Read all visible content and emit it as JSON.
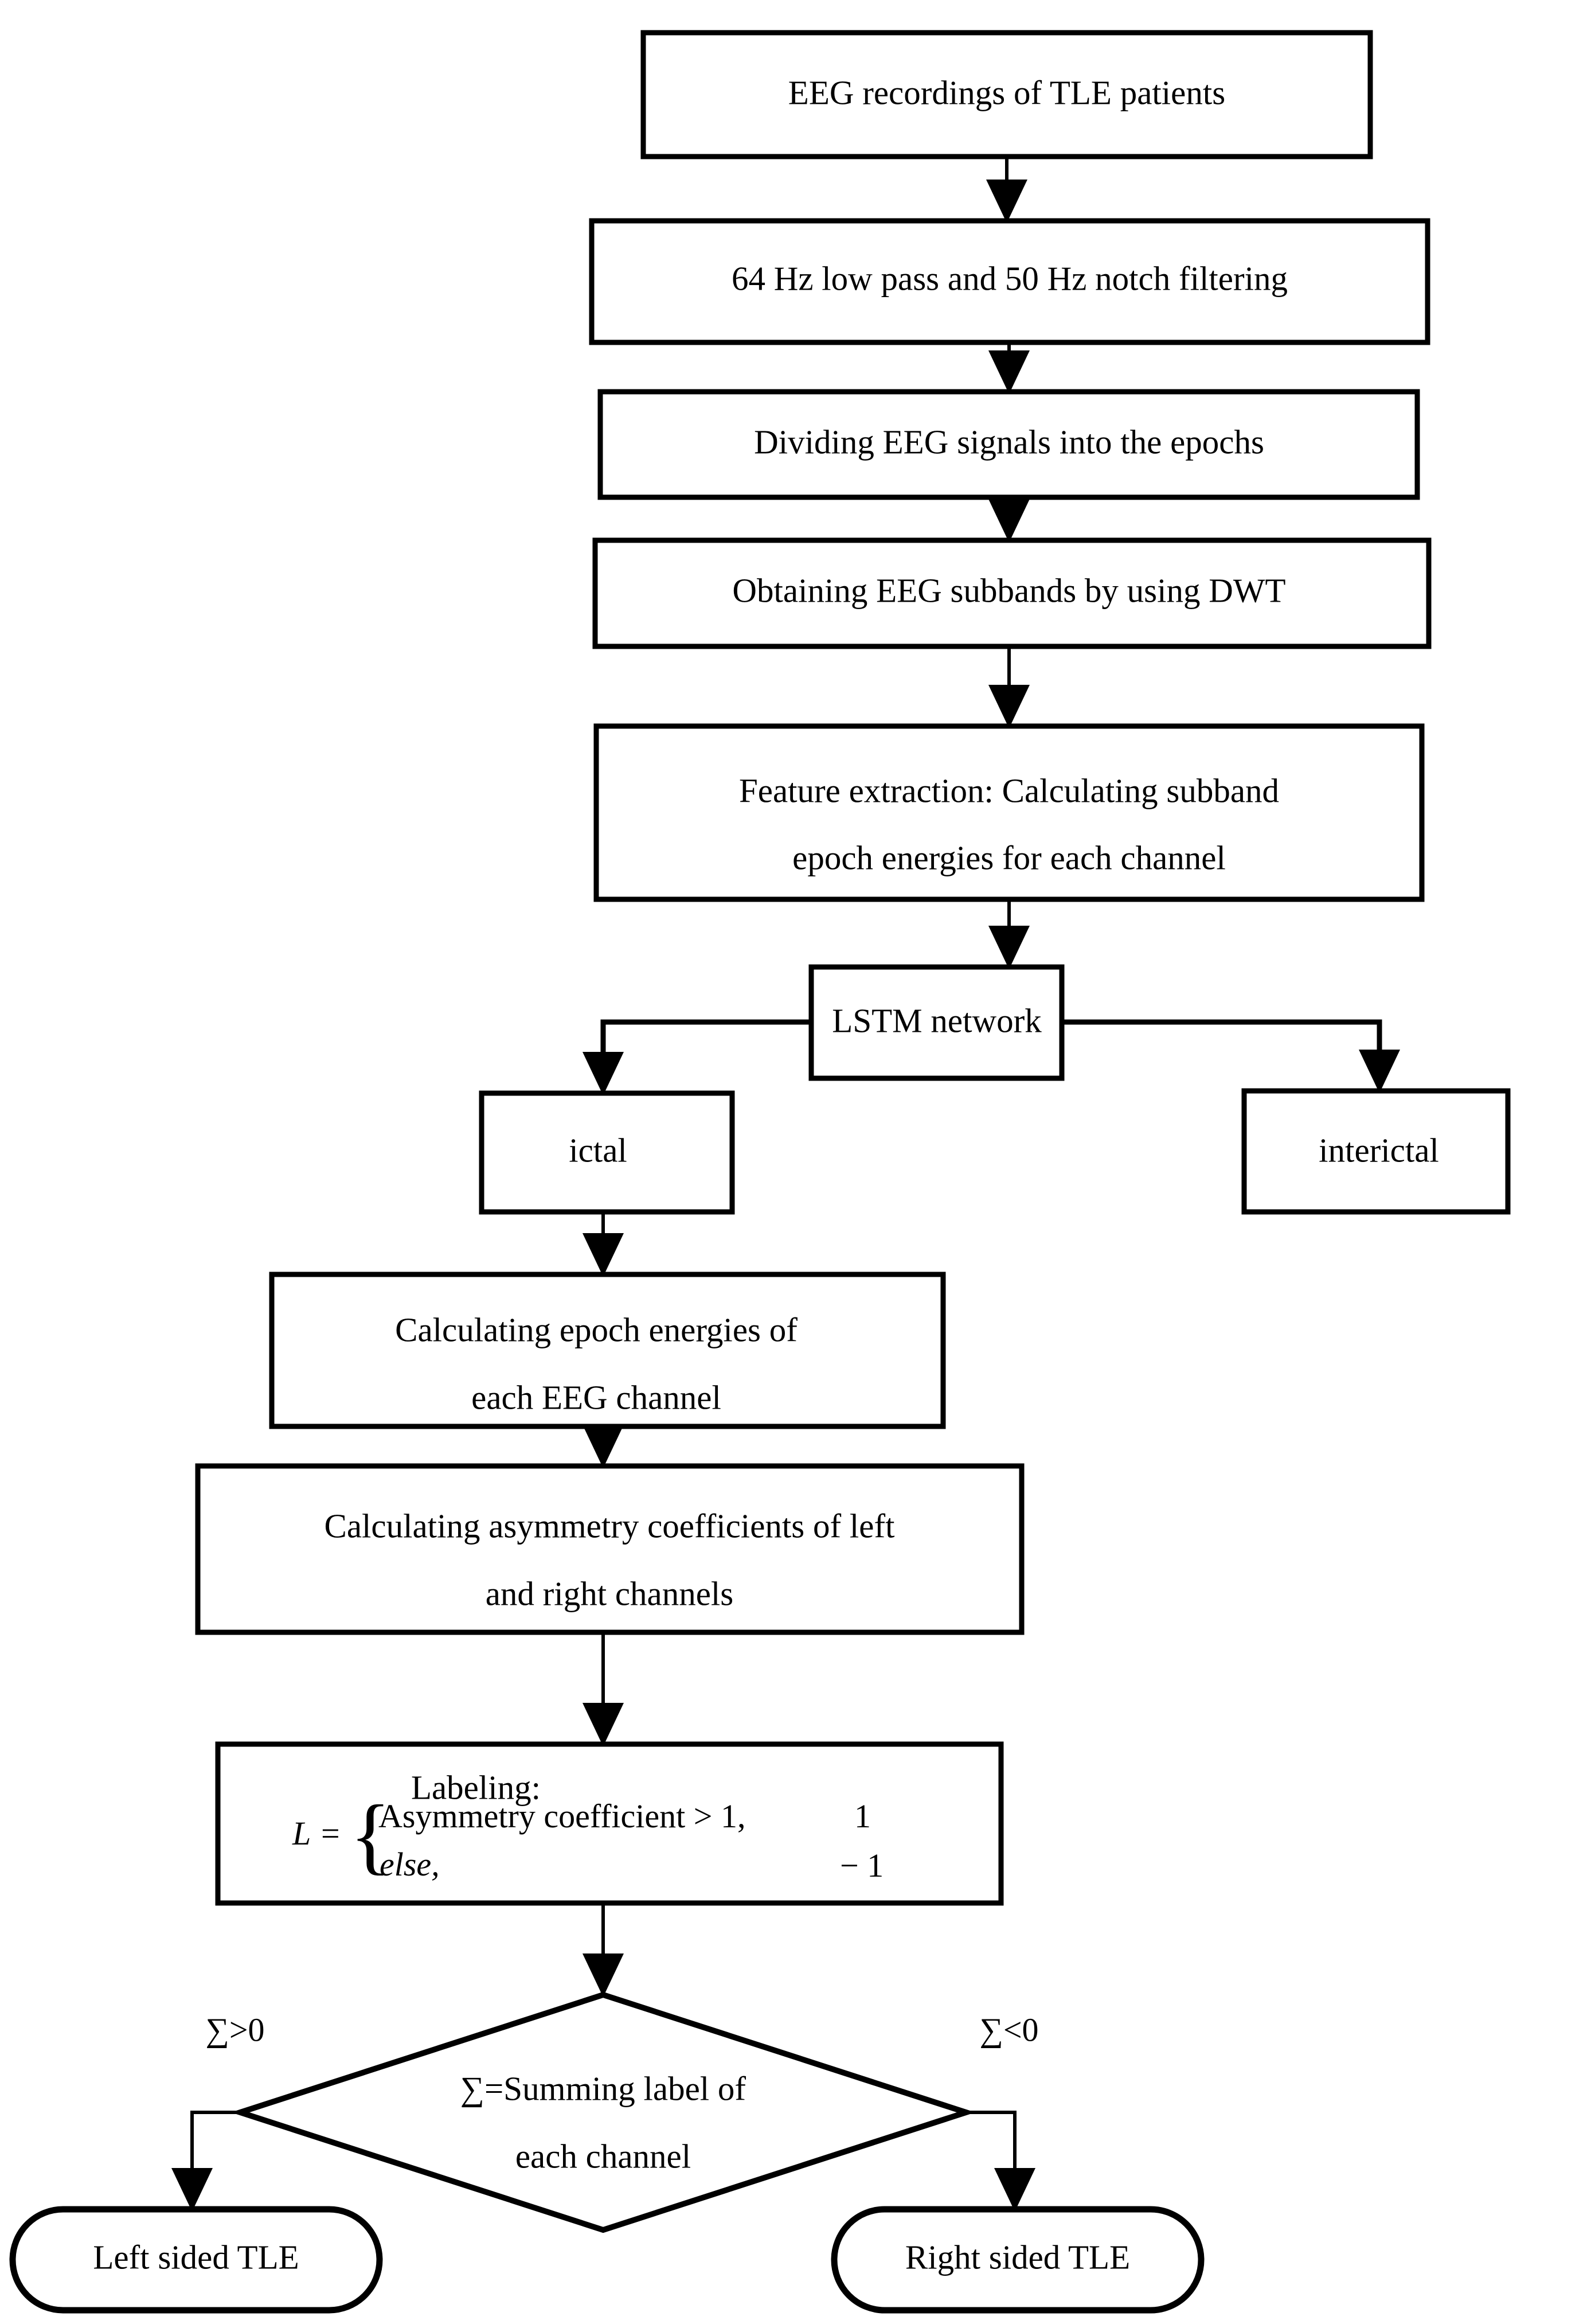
{
  "diagram": {
    "title": "EEG TLE lateralization flowchart",
    "colors": {
      "stroke": "#000000",
      "fill": "#ffffff",
      "text": "#000000"
    },
    "nodes": [
      {
        "id": "n1",
        "shape": "rect",
        "text": "EEG recordings of TLE patients"
      },
      {
        "id": "n2",
        "shape": "rect",
        "text": "64 Hz low pass and 50 Hz notch filtering"
      },
      {
        "id": "n3",
        "shape": "rect",
        "text": "Dividing EEG signals into the epochs"
      },
      {
        "id": "n4",
        "shape": "rect",
        "text": "Obtaining EEG subbands by using DWT"
      },
      {
        "id": "n5",
        "shape": "rect",
        "line1": "Feature extraction: Calculating subband",
        "line2": "epoch energies for each channel"
      },
      {
        "id": "n6",
        "shape": "rect",
        "text": "LSTM network"
      },
      {
        "id": "n7",
        "shape": "rect",
        "text": "ictal"
      },
      {
        "id": "n8",
        "shape": "rect",
        "text": "interictal"
      },
      {
        "id": "n9",
        "shape": "rect",
        "line1": "Calculating epoch energies of",
        "line2": "each EEG channel"
      },
      {
        "id": "n10",
        "shape": "rect",
        "line1": "Calculating asymmetry coefficients of left",
        "line2": "and right channels"
      },
      {
        "id": "n11",
        "shape": "rect",
        "text": "Labeling:"
      },
      {
        "id": "n12",
        "shape": "diamond",
        "line1": "∑=Summing label of",
        "line2": "each channel"
      },
      {
        "id": "n13",
        "shape": "terminator",
        "text": "Left sided TLE"
      },
      {
        "id": "n14",
        "shape": "terminator",
        "text": "Right sided TLE"
      }
    ],
    "formula": {
      "variable": "L",
      "equals": "=",
      "case1_condition": "Asymmetry coefficient > 1,",
      "case1_value": "1",
      "case2_condition": "else,",
      "case2_value": "− 1"
    },
    "edge_labels": {
      "left_branch": "∑>0",
      "right_branch": "∑<0"
    }
  }
}
